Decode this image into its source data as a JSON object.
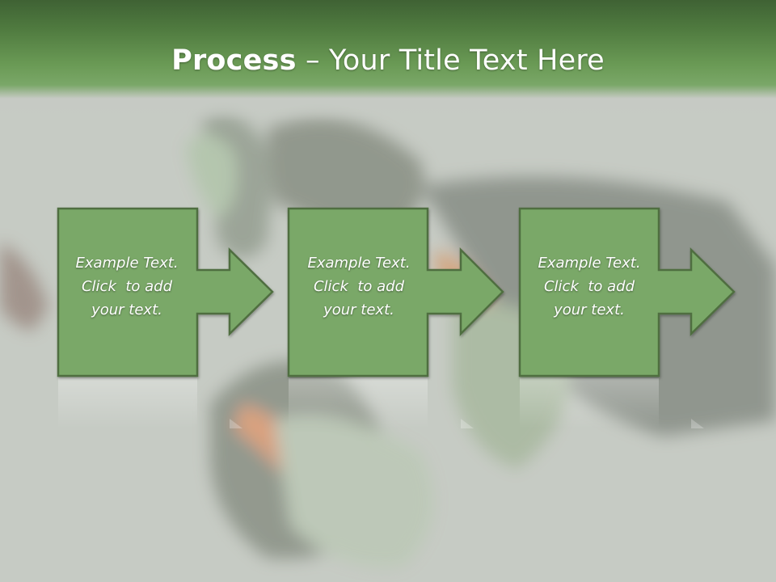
{
  "title": {
    "bold": "Process",
    "rest": " – Your Title Text Here"
  },
  "steps": [
    {
      "line1": "Example Text.",
      "line2": "Click  to add",
      "line3": "your text."
    },
    {
      "line1": "Example Text.",
      "line2": "Click  to add",
      "line3": "your text."
    },
    {
      "line1": "Example Text.",
      "line2": "Click  to add",
      "line3": "your text."
    }
  ],
  "colors": {
    "header": "#4f7a3f",
    "box_fill": "#7aa868",
    "box_border": "#4f6e40",
    "background": "#c6cac4"
  }
}
